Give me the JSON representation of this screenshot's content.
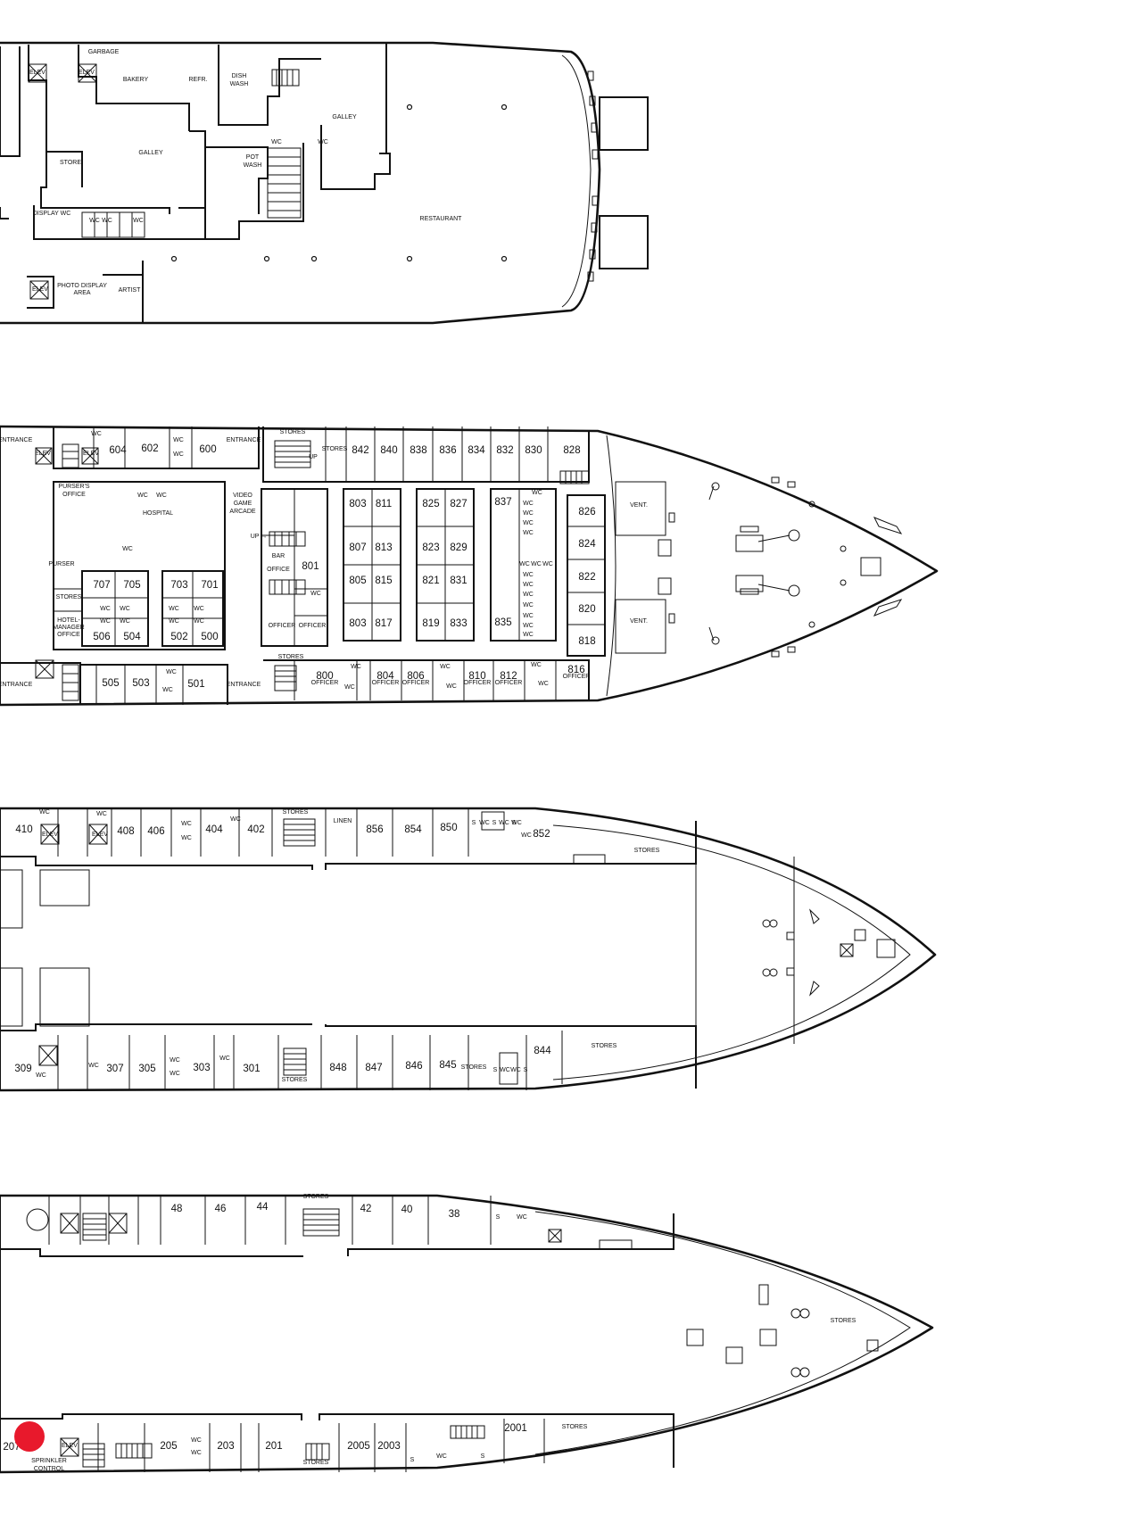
{
  "decks": [
    {
      "name": "deck-restaurant",
      "labels": [
        [
          "GARBAGE",
          116,
          60
        ],
        [
          "ELEV",
          42,
          83
        ],
        [
          "ELEV",
          97,
          83
        ],
        [
          "BAKERY",
          152,
          91
        ],
        [
          "REFR.",
          222,
          91
        ],
        [
          "DISH",
          268,
          87
        ],
        [
          "WASH",
          268,
          96
        ],
        [
          "GALLEY",
          386,
          133
        ],
        [
          "WC",
          310,
          161
        ],
        [
          "WC",
          362,
          161
        ],
        [
          "STORE",
          79,
          184
        ],
        [
          "GALLEY",
          169,
          173
        ],
        [
          "POT",
          283,
          178
        ],
        [
          "WASH",
          283,
          187
        ],
        [
          "DISPLAY WC",
          58,
          241
        ],
        [
          "WC",
          106,
          249
        ],
        [
          "WC",
          120,
          249
        ],
        [
          "WC",
          155,
          249
        ],
        [
          "RESTAURANT",
          494,
          247
        ],
        [
          "ELEV",
          45,
          326
        ],
        [
          "PHOTO DISPLAY",
          92,
          322
        ],
        [
          "AREA",
          92,
          330
        ],
        [
          "ARTIST",
          145,
          327
        ]
      ]
    },
    {
      "name": "deck-cabins-upper",
      "labels": [
        [
          "ENTRANCE",
          17,
          495
        ],
        [
          "WC",
          108,
          488
        ],
        [
          "ELEV",
          48,
          510
        ],
        [
          "ELEV",
          102,
          510
        ],
        [
          "WC",
          200,
          495
        ],
        [
          "WC",
          200,
          511
        ],
        [
          "ENTRANCE",
          273,
          495
        ],
        [
          "STORES",
          328,
          486
        ],
        [
          "STORES",
          375,
          505
        ],
        [
          "UP",
          351,
          514
        ],
        [
          "PURSER'S",
          83,
          547
        ],
        [
          "OFFICE",
          83,
          556
        ],
        [
          "WC",
          160,
          557
        ],
        [
          "WC",
          181,
          557
        ],
        [
          "HOSPITAL",
          177,
          577
        ],
        [
          "WC",
          143,
          617
        ],
        [
          "VIDEO",
          272,
          557
        ],
        [
          "GAME",
          272,
          566
        ],
        [
          "ARCADE",
          272,
          575
        ],
        [
          "UP →",
          290,
          603
        ],
        [
          "BAR",
          312,
          625
        ],
        [
          "OFFICE",
          312,
          640
        ],
        [
          "PURSER",
          69,
          634
        ],
        [
          "STORES",
          77,
          671
        ],
        [
          "HOTEL-",
          77,
          697
        ],
        [
          "MANAGER",
          77,
          705
        ],
        [
          "OFFICE",
          77,
          713
        ],
        [
          "OFFICER",
          316,
          703
        ],
        [
          "OFFICER",
          350,
          703
        ],
        [
          "WC",
          354,
          667
        ],
        [
          "VENT.",
          716,
          568
        ],
        [
          "VENT.",
          716,
          698
        ],
        [
          "WC",
          602,
          554
        ],
        [
          "WC",
          592,
          566
        ],
        [
          "WC",
          592,
          577
        ],
        [
          "WC",
          592,
          588
        ],
        [
          "WC",
          592,
          599
        ],
        [
          "WC",
          588,
          634
        ],
        [
          "WC",
          601,
          634
        ],
        [
          "WC",
          614,
          634
        ],
        [
          "WC",
          592,
          646
        ],
        [
          "WC",
          592,
          657
        ],
        [
          "WC",
          592,
          668
        ],
        [
          "WC",
          592,
          680
        ],
        [
          "WC",
          592,
          692
        ],
        [
          "WC",
          592,
          703
        ],
        [
          "WC",
          592,
          713
        ],
        [
          "WC",
          118,
          684
        ],
        [
          "WC",
          140,
          684
        ],
        [
          "WC",
          195,
          684
        ],
        [
          "WC",
          223,
          684
        ],
        [
          "WC",
          195,
          698
        ],
        [
          "WC",
          223,
          698
        ],
        [
          "WC",
          118,
          698
        ],
        [
          "WC",
          140,
          698
        ],
        [
          "STORES",
          326,
          738
        ],
        [
          "OFFICER",
          364,
          767
        ],
        [
          "WC",
          399,
          749
        ],
        [
          "WC",
          392,
          772
        ],
        [
          "OFFICER",
          432,
          767
        ],
        [
          "OFFICER",
          466,
          767
        ],
        [
          "WC",
          499,
          749
        ],
        [
          "WC",
          506,
          771
        ],
        [
          "OFFICER",
          535,
          767
        ],
        [
          "OFFICER",
          570,
          767
        ],
        [
          "WC",
          601,
          747
        ],
        [
          "WC",
          609,
          768
        ],
        [
          "OFFICER",
          646,
          760
        ],
        [
          "ENTRANCE",
          17,
          769
        ],
        [
          "ENTRANCE",
          273,
          769
        ],
        [
          "WC",
          192,
          755
        ],
        [
          "WC",
          188,
          775
        ]
      ],
      "rooms": [
        [
          "604",
          132,
          504
        ],
        [
          "602",
          168,
          502
        ],
        [
          "600",
          233,
          503
        ],
        [
          "842",
          404,
          504
        ],
        [
          "840",
          436,
          504
        ],
        [
          "838",
          469,
          504
        ],
        [
          "836",
          502,
          504
        ],
        [
          "834",
          534,
          504
        ],
        [
          "832",
          566,
          504
        ],
        [
          "830",
          598,
          504
        ],
        [
          "828",
          641,
          504
        ],
        [
          "803",
          401,
          564
        ],
        [
          "811",
          430,
          564
        ],
        [
          "825",
          483,
          564
        ],
        [
          "827",
          514,
          564
        ],
        [
          "837",
          564,
          562
        ],
        [
          "826",
          658,
          573
        ],
        [
          "807",
          401,
          613
        ],
        [
          "813",
          430,
          613
        ],
        [
          "823",
          483,
          613
        ],
        [
          "829",
          514,
          613
        ],
        [
          "824",
          658,
          609
        ],
        [
          "801",
          348,
          634
        ],
        [
          "805",
          401,
          650
        ],
        [
          "815",
          430,
          650
        ],
        [
          "821",
          483,
          650
        ],
        [
          "831",
          514,
          650
        ],
        [
          "822",
          658,
          646
        ],
        [
          "707",
          114,
          655
        ],
        [
          "705",
          148,
          655
        ],
        [
          "703",
          201,
          655
        ],
        [
          "701",
          235,
          655
        ],
        [
          "820",
          658,
          682
        ],
        [
          "803",
          401,
          698
        ],
        [
          "817",
          430,
          698
        ],
        [
          "819",
          483,
          698
        ],
        [
          "833",
          514,
          698
        ],
        [
          "835",
          564,
          697
        ],
        [
          "506",
          114,
          713
        ],
        [
          "504",
          148,
          713
        ],
        [
          "502",
          201,
          713
        ],
        [
          "500",
          235,
          713
        ],
        [
          "818",
          658,
          718
        ],
        [
          "800",
          364,
          757
        ],
        [
          "804",
          432,
          757
        ],
        [
          "806",
          466,
          757
        ],
        [
          "810",
          535,
          757
        ],
        [
          "812",
          570,
          757
        ],
        [
          "816",
          646,
          750
        ],
        [
          "505",
          124,
          765
        ],
        [
          "503",
          158,
          765
        ],
        [
          "501",
          220,
          766
        ]
      ]
    },
    {
      "name": "deck-cabins-middle",
      "labels": [
        [
          "WC",
          50,
          912
        ],
        [
          "WC",
          114,
          914
        ],
        [
          "ELEV",
          56,
          937
        ],
        [
          "ELEV",
          112,
          937
        ],
        [
          "WC",
          209,
          925
        ],
        [
          "WC",
          209,
          941
        ],
        [
          "WC",
          264,
          920
        ],
        [
          "STORES",
          331,
          912
        ],
        [
          "LINEN",
          384,
          922
        ],
        [
          "S",
          531,
          924
        ],
        [
          "WC",
          543,
          924
        ],
        [
          "S",
          554,
          924
        ],
        [
          "WC",
          565,
          924
        ],
        [
          "S",
          576,
          924
        ],
        [
          "WC",
          579,
          924
        ],
        [
          "WC",
          590,
          938
        ],
        [
          "STORES",
          725,
          955
        ],
        [
          "STORES",
          677,
          1174
        ],
        [
          "WC",
          46,
          1207
        ],
        [
          "WC",
          105,
          1196
        ],
        [
          "WC",
          196,
          1190
        ],
        [
          "WC",
          196,
          1205
        ],
        [
          "WC",
          252,
          1188
        ],
        [
          "STORES",
          330,
          1212
        ],
        [
          "STORES",
          531,
          1198
        ],
        [
          "S",
          555,
          1201
        ],
        [
          "WC",
          566,
          1201
        ],
        [
          "WC",
          578,
          1201
        ],
        [
          "S",
          589,
          1201
        ]
      ],
      "rooms": [
        [
          "410",
          27,
          929
        ],
        [
          "408",
          141,
          931
        ],
        [
          "406",
          175,
          931
        ],
        [
          "404",
          240,
          929
        ],
        [
          "402",
          287,
          929
        ],
        [
          "856",
          420,
          929
        ],
        [
          "854",
          463,
          929
        ],
        [
          "850",
          503,
          927
        ],
        [
          "852",
          607,
          934
        ],
        [
          "844",
          608,
          1177
        ],
        [
          "309",
          26,
          1197
        ],
        [
          "307",
          129,
          1197
        ],
        [
          "305",
          165,
          1197
        ],
        [
          "303",
          226,
          1196
        ],
        [
          "301",
          282,
          1197
        ],
        [
          "848",
          379,
          1196
        ],
        [
          "847",
          419,
          1196
        ],
        [
          "846",
          464,
          1194
        ],
        [
          "845",
          502,
          1193
        ]
      ]
    },
    {
      "name": "deck-lower",
      "labels": [
        [
          "STORES",
          354,
          1343
        ],
        [
          "S",
          558,
          1366
        ],
        [
          "WC",
          585,
          1366
        ],
        [
          "STORES",
          945,
          1482
        ],
        [
          "STORES",
          644,
          1601
        ],
        [
          "WC",
          220,
          1616
        ],
        [
          "WC",
          220,
          1630
        ],
        [
          "ELEV",
          78,
          1622
        ],
        [
          "SPRINKLER",
          55,
          1639
        ],
        [
          "CONTROL",
          55,
          1648
        ],
        [
          "STORES",
          354,
          1641
        ],
        [
          "S",
          462,
          1638
        ],
        [
          "WC",
          495,
          1634
        ],
        [
          "S",
          541,
          1634
        ]
      ],
      "rooms": [
        [
          "48",
          198,
          1354
        ],
        [
          "46",
          247,
          1354
        ],
        [
          "44",
          294,
          1352
        ],
        [
          "42",
          410,
          1354
        ],
        [
          "40",
          456,
          1355
        ],
        [
          "38",
          509,
          1360
        ],
        [
          "2001",
          578,
          1600
        ],
        [
          "207",
          13,
          1621
        ],
        [
          "205",
          189,
          1620
        ],
        [
          "203",
          253,
          1620
        ],
        [
          "201",
          307,
          1620
        ],
        [
          "2005",
          402,
          1620
        ],
        [
          "2003",
          436,
          1620
        ]
      ]
    }
  ],
  "marker": {
    "name": "current-location-marker",
    "color": "#e8192c"
  }
}
